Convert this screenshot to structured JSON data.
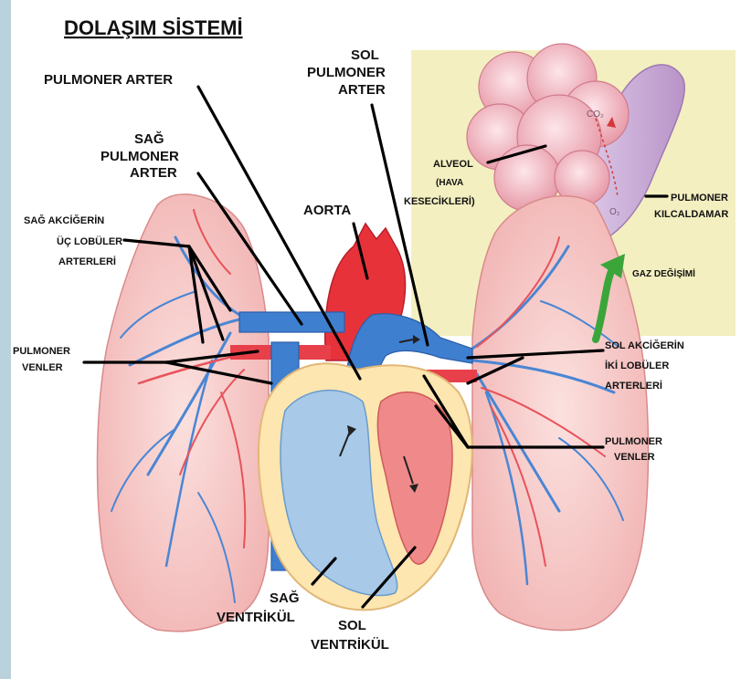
{
  "title": "DOLAŞIM SİSTEMİ",
  "labels": {
    "pulmoner_arter": "PULMONER ARTER",
    "sag_pulmoner_arter": [
      "SAĞ",
      "PULMONER",
      "ARTER"
    ],
    "sol_pulmoner_arter": [
      "SOL",
      "PULMONER",
      "ARTER"
    ],
    "aorta": "AORTA",
    "sag_akciger": [
      "SAĞ AKCİĞERİN",
      "ÜÇ LOBÜLER",
      "ARTERLERİ"
    ],
    "pulmoner_venler_left": [
      "PULMONER",
      "VENLER"
    ],
    "pulmoner_venler_right": [
      "PULMONER",
      "VENLER"
    ],
    "sol_akciger": [
      "SOL AKCİĞERİN",
      "İKİ  LOBÜLER",
      "ARTERLERİ"
    ],
    "alveol": [
      "ALVEOL",
      "(HAVA",
      "KESECİKLERİ)"
    ],
    "pulmoner_kilcaldamar": [
      "PULMONER",
      "KILCALDAMAR"
    ],
    "gaz_degisimi": "GAZ DEĞİŞİMİ",
    "co2": "CO₂",
    "o2": "O₂",
    "sag_ventrikul": [
      "SAĞ",
      "VENTRİKÜL"
    ],
    "sol_ventrikul": [
      "SOL",
      "VENTRİKÜL"
    ]
  },
  "colors": {
    "lung": "#f4c1c0",
    "artery_red": "#e8323a",
    "vein_blue": "#3f7fd0",
    "heart_yellow": "#fde6b0",
    "inset_bg": "#f3efc0",
    "arrow_green": "#3aa63a"
  }
}
